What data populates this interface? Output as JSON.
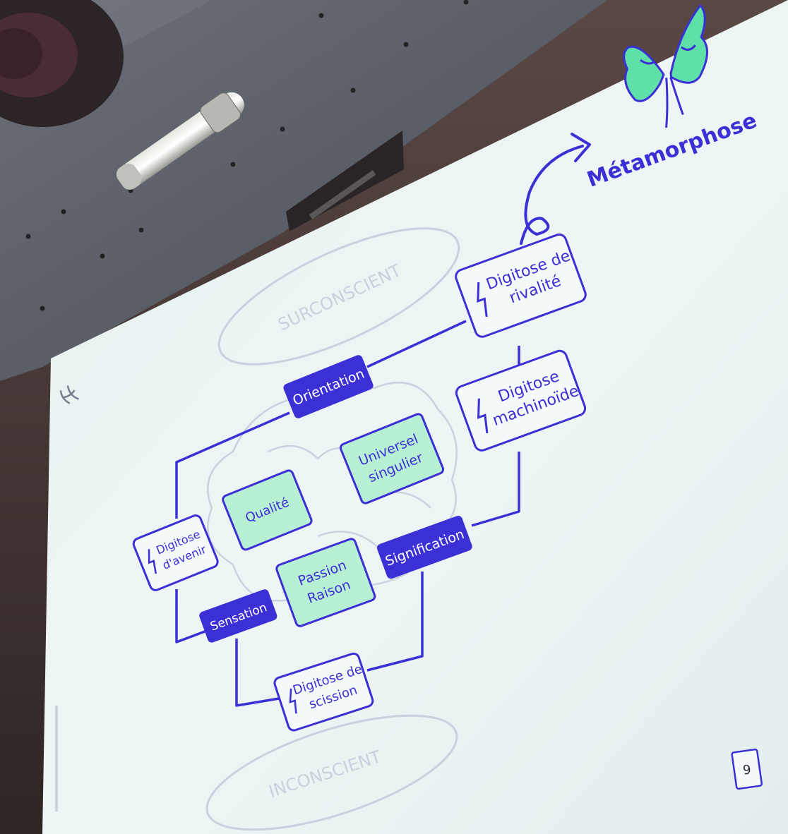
{
  "slide": {
    "title": "Métamorphose",
    "page_number": "9",
    "colors": {
      "accent": "#3b2fd6",
      "box_green": "#b8f0d4",
      "screen": "#eef6f6",
      "ghost": "#c9cfe0"
    },
    "icons": [
      "butterfly-icon",
      "lightning-icon",
      "logo-icon"
    ],
    "ghost_labels": {
      "top": "SURCONSCIENT",
      "bottom": "INCONSCIENT"
    },
    "nodes": {
      "orientation": "Orientation",
      "signification": "Signification",
      "sensation": "Sensation"
    },
    "concepts": {
      "universel": [
        "Universel",
        "singulier"
      ],
      "qualite": [
        "Qualité"
      ],
      "passion": [
        "Passion",
        "Raison"
      ]
    },
    "digitoses": {
      "rivalite": [
        "Digitose de",
        "rivalité"
      ],
      "machinoide": [
        "Digitose",
        "machinoïde"
      ],
      "avenir": [
        "Digitose",
        "d'avenir"
      ],
      "scission": [
        "Digitose de",
        "scission"
      ]
    }
  }
}
